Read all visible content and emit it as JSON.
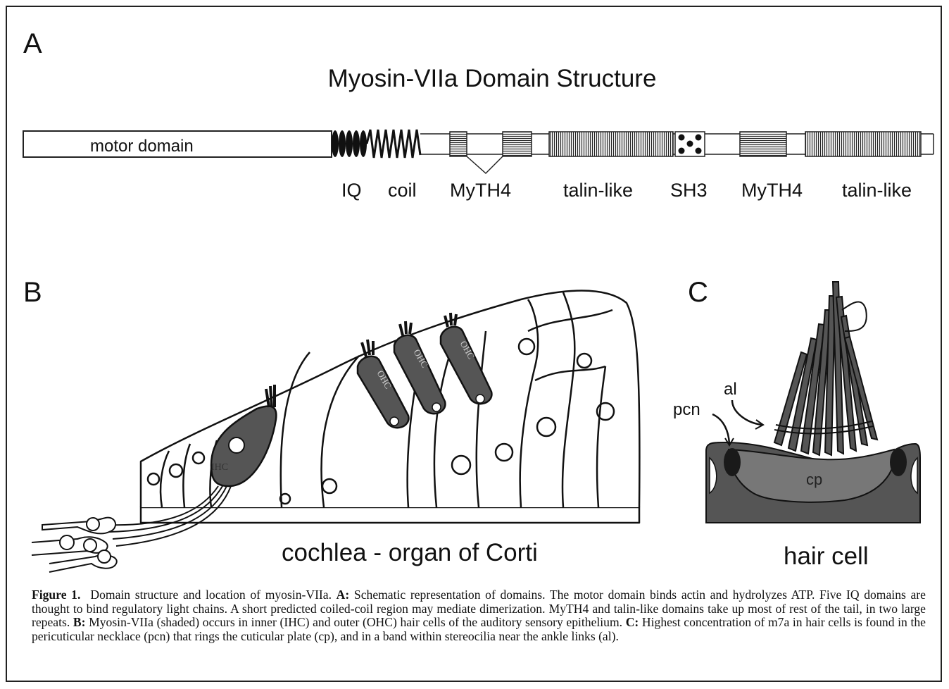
{
  "panels": {
    "a": "A",
    "b": "B",
    "c": "C"
  },
  "panel_a": {
    "title": "Myosin-VIIa  Domain Structure",
    "motor_label": "motor domain",
    "domain_labels": [
      "IQ",
      "coil",
      "MyTH4",
      "talin-like",
      "SH3",
      "MyTH4",
      "talin-like"
    ]
  },
  "panel_b": {
    "label": "cochlea - organ of Corti",
    "cell_labels": {
      "ihc": "IHC",
      "ohc": "OHC"
    }
  },
  "panel_c": {
    "label": "hair cell",
    "annotations": {
      "al": "al",
      "pcn": "pcn",
      "cp": "cp"
    }
  },
  "caption": {
    "figure": "Figure 1.",
    "intro": "Domain structure and location of myosin-VIIa.",
    "a_key": "A:",
    "a_text": "Schematic representation of domains. The motor domain binds actin and hydrolyzes ATP. Five IQ domains are thought to bind regulatory light chains. A short predicted coiled-coil region may mediate dimerization. MyTH4 and talin-like domains take up most of rest of the tail, in two large repeats.",
    "b_key": "B:",
    "b_text": "Myosin-VIIa (shaded) occurs in inner (IHC) and outer (OHC) hair cells of the auditory sensory epithelium.",
    "c_key": "C:",
    "c_text": "Highest concentration of m7a in hair cells is found in the pericuticular necklace (pcn) that rings the cuticular plate (cp), and in a band within stereocilia near the ankle links (al)."
  }
}
